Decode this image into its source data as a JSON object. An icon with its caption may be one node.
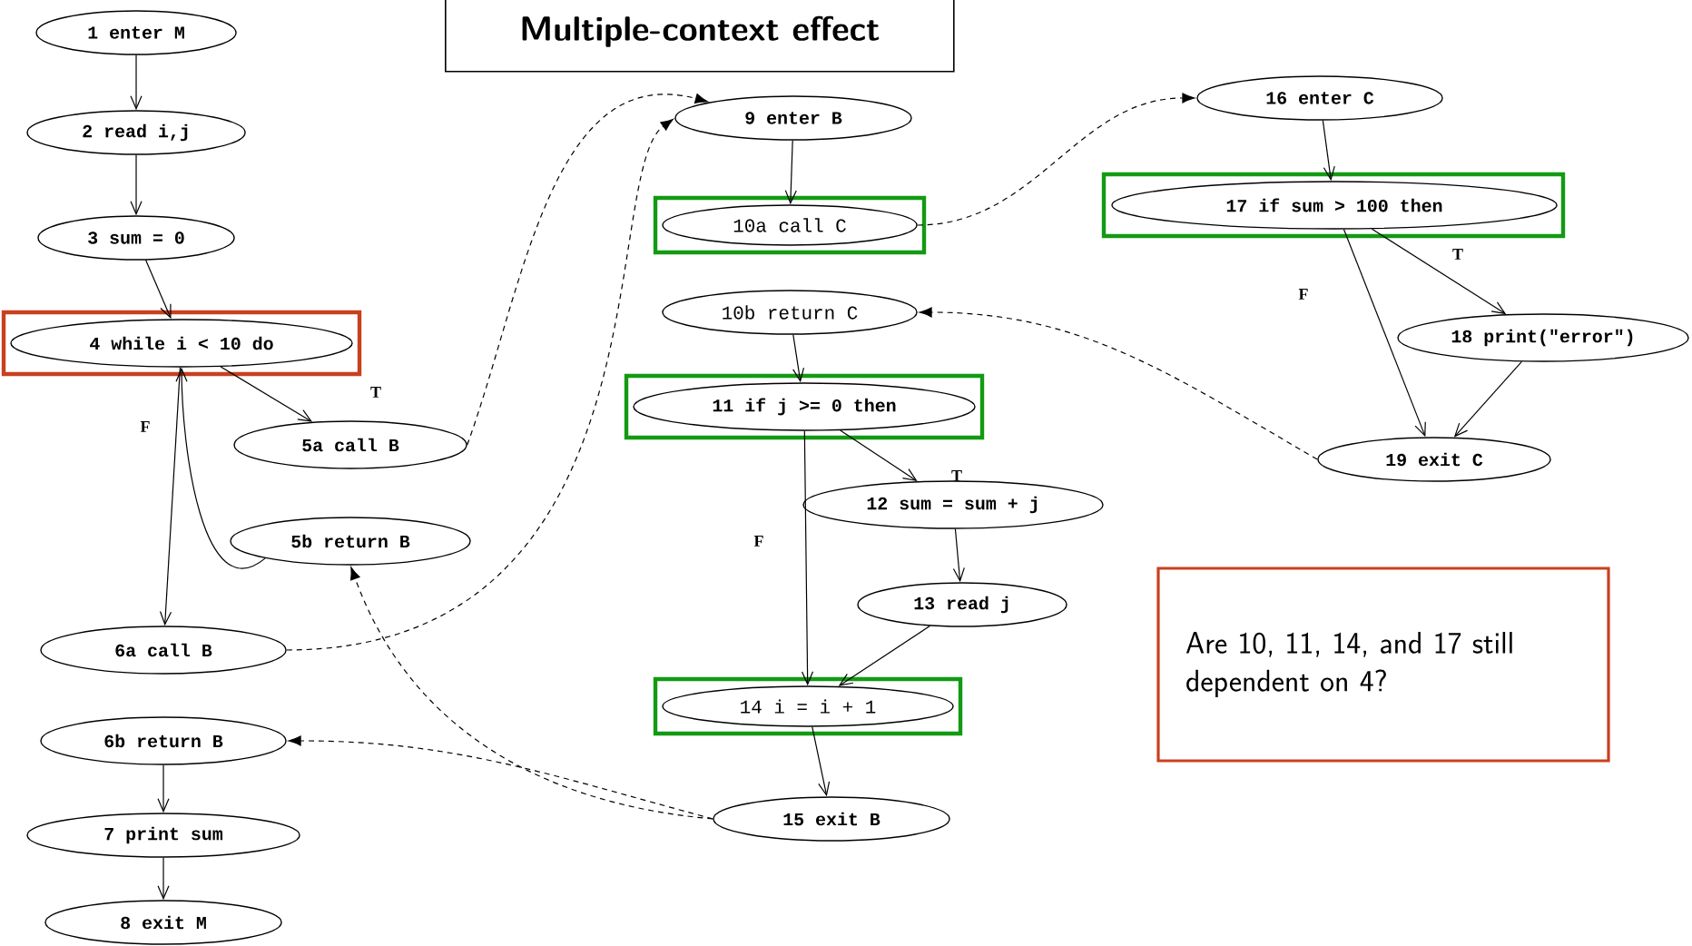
{
  "diagram": {
    "title": "Multiple-context effect",
    "nodes": [
      {
        "text": [
          "1 enter M"
        ]
      },
      {
        "text": [
          "2 read i,j"
        ]
      },
      {
        "text": [
          "3 sum = 0"
        ]
      },
      {
        "text": [
          "4 while i < 10 do"
        ]
      },
      {
        "text": [
          "5a call B"
        ]
      },
      {
        "text": [
          "5b return B"
        ]
      },
      {
        "text": [
          "6a call B"
        ]
      },
      {
        "text": [
          "6b return B"
        ]
      },
      {
        "text": [
          "7 print sum"
        ]
      },
      {
        "text": [
          "8 exit M"
        ]
      },
      {
        "text": [
          "9 enter B"
        ]
      },
      {
        "text": [
          "10a call C"
        ]
      },
      {
        "text": [
          "10b return C"
        ]
      },
      {
        "text": [
          "11 if j >= 0 then"
        ]
      },
      {
        "text": [
          "12 sum = sum + j"
        ]
      },
      {
        "text": [
          "13 read j"
        ]
      },
      {
        "text": [
          "14 i = i + 1"
        ]
      },
      {
        "text": [
          "15 exit B"
        ]
      },
      {
        "text": [
          "16 enter C"
        ]
      },
      {
        "text": [
          "17 if sum > 100 then"
        ]
      },
      {
        "text": [
          "18 print(\"error\")"
        ]
      },
      {
        "text": [
          "19 exit C"
        ]
      },
      {
        "text": [
          "Are 10, 11, 14, and 17 still dependent on 4?"
        ]
      }
    ],
    "edges": [
      {
        "from": 0,
        "to": 1,
        "arrow": "to"
      },
      {
        "from": 1,
        "to": 2,
        "arrow": "to"
      },
      {
        "from": 2,
        "to": 3,
        "arrow": "to"
      },
      {
        "from": 3,
        "to": 4,
        "arrow": "to",
        "label": "T"
      },
      {
        "from": 3,
        "to": 6,
        "arrow": "to",
        "label": "F"
      },
      {
        "from": 5,
        "to": 3,
        "arrow": "to"
      },
      {
        "from": 4,
        "to": 10,
        "arrow": "to",
        "style": "dashed"
      },
      {
        "from": 6,
        "to": 10,
        "arrow": "to",
        "style": "dashed"
      },
      {
        "from": 17,
        "to": 5,
        "arrow": "to",
        "style": "dashed"
      },
      {
        "from": 17,
        "to": 7,
        "arrow": "to",
        "style": "dashed"
      },
      {
        "from": 7,
        "to": 8,
        "arrow": "to"
      },
      {
        "from": 8,
        "to": 9,
        "arrow": "to"
      },
      {
        "from": 10,
        "to": 11,
        "arrow": "to"
      },
      {
        "from": 11,
        "to": 18,
        "arrow": "to",
        "style": "dashed"
      },
      {
        "from": 21,
        "to": 12,
        "arrow": "to",
        "style": "dashed"
      },
      {
        "from": 12,
        "to": 13,
        "arrow": "to"
      },
      {
        "from": 13,
        "to": 14,
        "arrow": "to",
        "label": "T"
      },
      {
        "from": 13,
        "to": 16,
        "arrow": "to",
        "label": "F"
      },
      {
        "from": 14,
        "to": 15,
        "arrow": "to"
      },
      {
        "from": 15,
        "to": 16,
        "arrow": "to"
      },
      {
        "from": 16,
        "to": 17,
        "arrow": "to"
      },
      {
        "from": 18,
        "to": 19,
        "arrow": "to"
      },
      {
        "from": 19,
        "to": 20,
        "arrow": "to",
        "label": "T"
      },
      {
        "from": 19,
        "to": 21,
        "arrow": "to",
        "label": "F"
      },
      {
        "from": 20,
        "to": 21,
        "arrow": "to"
      }
    ]
  }
}
